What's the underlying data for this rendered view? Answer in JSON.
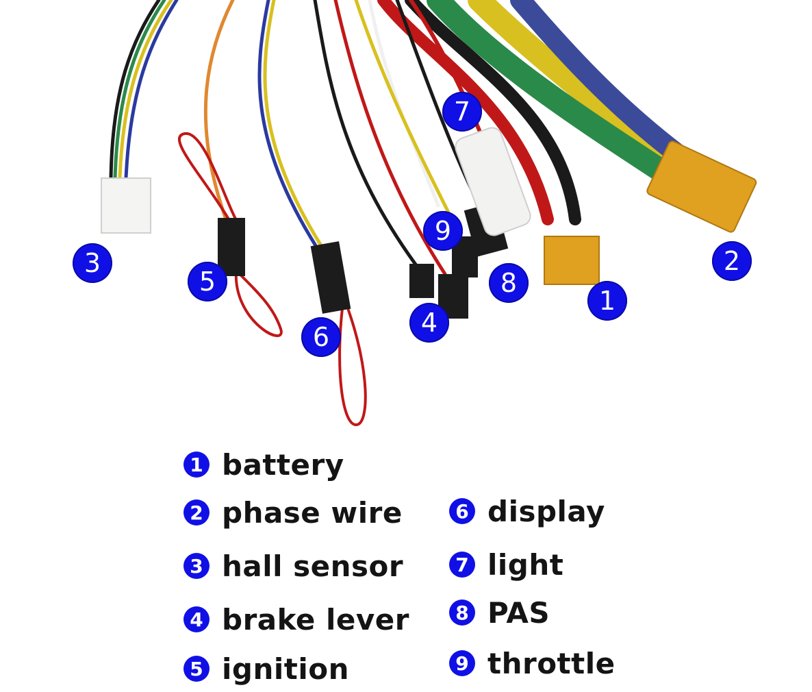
{
  "diagram": {
    "map_badges": [
      {
        "id": "1",
        "label": "1"
      },
      {
        "id": "2",
        "label": "2"
      },
      {
        "id": "3",
        "label": "3"
      },
      {
        "id": "4",
        "label": "4"
      },
      {
        "id": "5",
        "label": "5"
      },
      {
        "id": "6",
        "label": "6"
      },
      {
        "id": "7",
        "label": "7"
      },
      {
        "id": "8",
        "label": "8"
      },
      {
        "id": "9",
        "label": "9"
      }
    ]
  },
  "legend": {
    "items": [
      {
        "num": "1",
        "text": "battery"
      },
      {
        "num": "2",
        "text": "phase wire"
      },
      {
        "num": "3",
        "text": "hall sensor"
      },
      {
        "num": "4",
        "text": "brake lever"
      },
      {
        "num": "5",
        "text": "ignition"
      },
      {
        "num": "6",
        "text": "display"
      },
      {
        "num": "7",
        "text": "light"
      },
      {
        "num": "8",
        "text": "PAS"
      },
      {
        "num": "9",
        "text": "throttle"
      }
    ]
  },
  "colors": {
    "badge": "#1010e6",
    "text": "#141414",
    "connector_yellow": "#e0a020",
    "wire_red": "#c01818"
  }
}
